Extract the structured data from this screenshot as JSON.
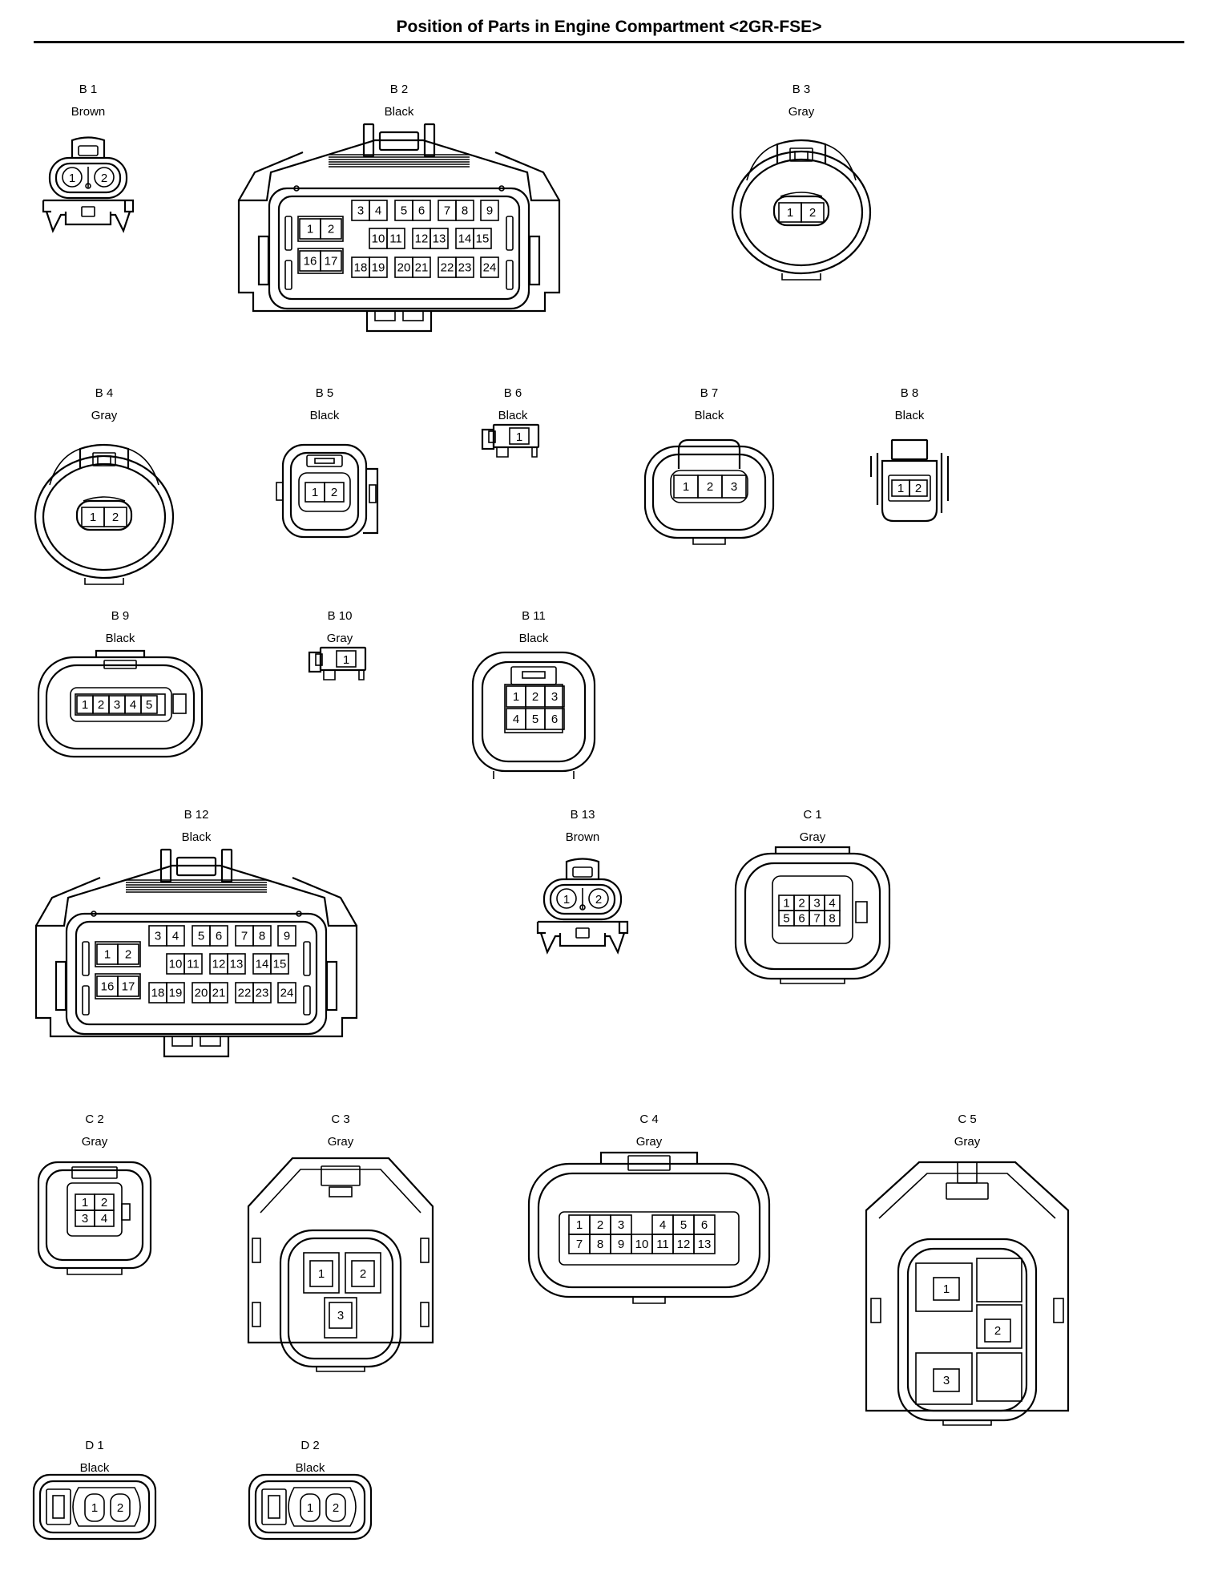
{
  "title": "Position of Parts in Engine Compartment <2GR-FSE>",
  "connectors": [
    {
      "id": "B 1",
      "color": "Brown",
      "pins": [
        "1",
        "2"
      ]
    },
    {
      "id": "B 2",
      "color": "Black",
      "pins": [
        "1",
        "2",
        "3",
        "4",
        "5",
        "6",
        "7",
        "8",
        "9",
        "10",
        "11",
        "12",
        "13",
        "14",
        "15",
        "16",
        "17",
        "18",
        "19",
        "20",
        "21",
        "22",
        "23",
        "24"
      ]
    },
    {
      "id": "B 3",
      "color": "Gray",
      "pins": [
        "1",
        "2"
      ]
    },
    {
      "id": "B 4",
      "color": "Gray",
      "pins": [
        "1",
        "2"
      ]
    },
    {
      "id": "B 5",
      "color": "Black",
      "pins": [
        "1",
        "2"
      ]
    },
    {
      "id": "B 6",
      "color": "Black",
      "pins": [
        "1"
      ]
    },
    {
      "id": "B 7",
      "color": "Black",
      "pins": [
        "1",
        "2",
        "3"
      ]
    },
    {
      "id": "B 8",
      "color": "Black",
      "pins": [
        "1",
        "2"
      ]
    },
    {
      "id": "B 9",
      "color": "Black",
      "pins": [
        "1",
        "2",
        "3",
        "4",
        "5"
      ]
    },
    {
      "id": "B 10",
      "color": "Gray",
      "pins": [
        "1"
      ]
    },
    {
      "id": "B 11",
      "color": "Black",
      "pins": [
        "1",
        "2",
        "3",
        "4",
        "5",
        "6"
      ]
    },
    {
      "id": "B 12",
      "color": "Black",
      "pins": [
        "1",
        "2",
        "3",
        "4",
        "5",
        "6",
        "7",
        "8",
        "9",
        "10",
        "11",
        "12",
        "13",
        "14",
        "15",
        "16",
        "17",
        "18",
        "19",
        "20",
        "21",
        "22",
        "23",
        "24"
      ]
    },
    {
      "id": "B 13",
      "color": "Brown",
      "pins": [
        "1",
        "2"
      ]
    },
    {
      "id": "C 1",
      "color": "Gray",
      "pins": [
        "1",
        "2",
        "3",
        "4",
        "5",
        "6",
        "7",
        "8"
      ]
    },
    {
      "id": "C 2",
      "color": "Gray",
      "pins": [
        "1",
        "2",
        "3",
        "4"
      ]
    },
    {
      "id": "C 3",
      "color": "Gray",
      "pins": [
        "1",
        "2",
        "3"
      ]
    },
    {
      "id": "C 4",
      "color": "Gray",
      "pins": [
        "1",
        "2",
        "3",
        "4",
        "5",
        "6",
        "7",
        "8",
        "9",
        "10",
        "11",
        "12",
        "13"
      ]
    },
    {
      "id": "C 5",
      "color": "Gray",
      "pins": [
        "1",
        "2",
        "3"
      ]
    },
    {
      "id": "D 1",
      "color": "Black",
      "pins": [
        "1",
        "2"
      ]
    },
    {
      "id": "D 2",
      "color": "Black",
      "pins": [
        "1",
        "2"
      ]
    }
  ]
}
